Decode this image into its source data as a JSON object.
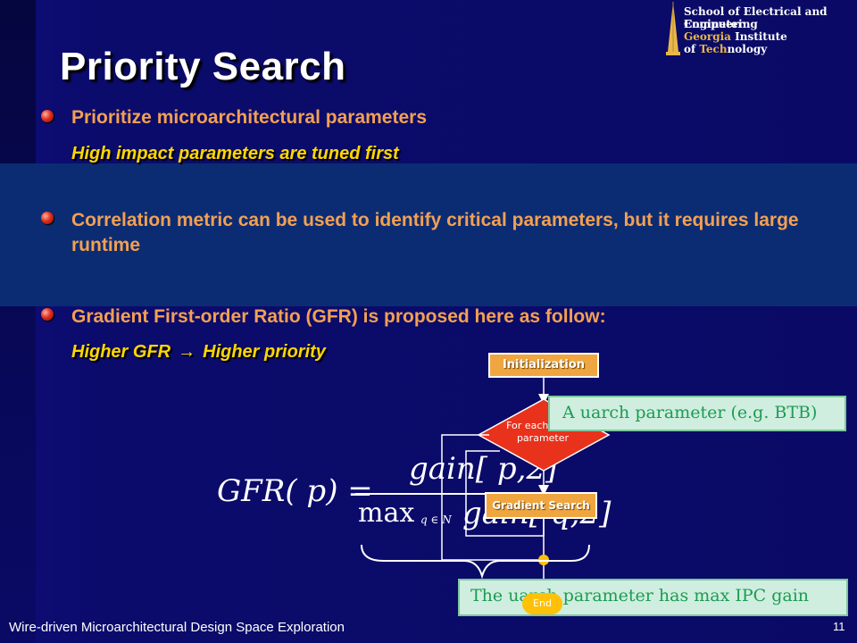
{
  "slide": {
    "title": "Priority Search",
    "bullets": [
      {
        "text": "Prioritize microarchitectural parameters",
        "sub": "High impact parameters are tuned first"
      },
      {
        "text": "Correlation metric can be used to identify critical parameters, but it requires large runtime"
      },
      {
        "text": "Gradient First-order Ratio (GFR) is proposed here as follow:",
        "sub_left": "Higher GFR",
        "sub_arrow": "→",
        "sub_right": "Higher  priority"
      }
    ],
    "formula": {
      "lhs": "GFR( p) =",
      "numerator": "gain[ p,2]",
      "den_max": "max",
      "den_subscript": "q ∈ N",
      "den_gain": "gain[ q,2]"
    },
    "flow": {
      "initialization": "Initialization",
      "loop_label_line1": "For each uarch",
      "loop_label_line2": "parameter",
      "gradient_search": "Gradient Search",
      "end": "End",
      "note_top": "A uarch parameter (e.g. BTB)",
      "note_bottom": "The uarch parameter has max IPC gain"
    },
    "footer": "Wire-driven Microarchitectural Design Space Exploration",
    "page_number": "11"
  },
  "logo": {
    "line1": "School of Electrical and Computer",
    "line2": "Engineering",
    "line3_a": "Georgia",
    "line3_b": " Institute",
    "line4_a": "of ",
    "line4_b": "Tech",
    "line4_c": "nology"
  },
  "colors": {
    "background": "#0a0a66",
    "band": "#0b2c73",
    "bullet_text": "#f3a052",
    "sub_text": "#ffd700",
    "box_fill": "#f0a640",
    "diamond_fill": "#e8321c",
    "note_fill": "#cfeee0",
    "note_text": "#1e9b52"
  }
}
